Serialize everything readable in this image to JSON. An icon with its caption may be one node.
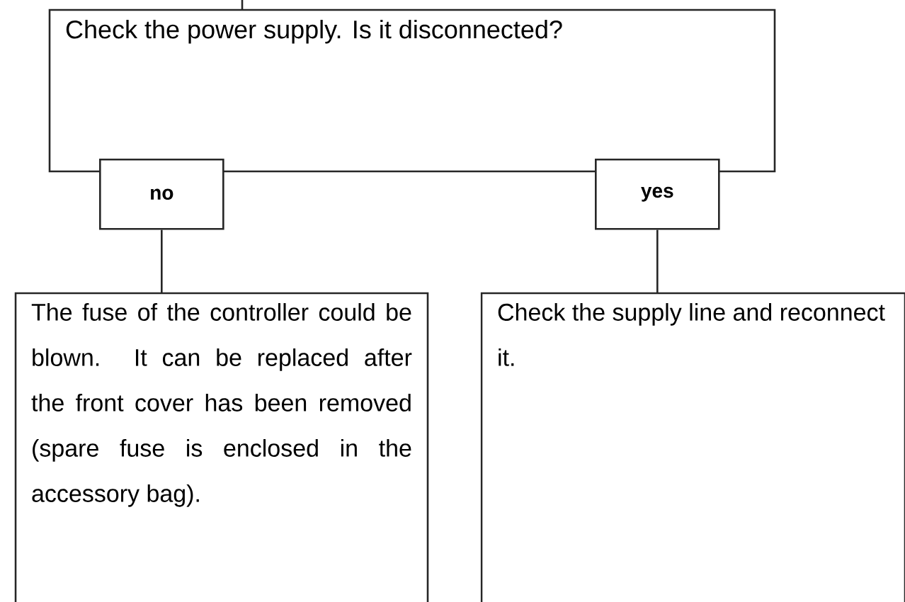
{
  "diagram": {
    "nodes": [
      {
        "text": [
          "Check the power supply. Is it disconnected?"
        ]
      },
      {
        "text": [
          "no"
        ]
      },
      {
        "text": [
          "yes"
        ]
      },
      {
        "text": [
          "The fuse of the controller could be blown. It can be replaced after the front cover has been removed (spare fuse is enclosed in the accessory bag)."
        ]
      },
      {
        "text": [
          "Check the supply line and reconnect it."
        ]
      }
    ],
    "edges": [
      {
        "from": null,
        "to": 0,
        "arrow": "none"
      },
      {
        "from": 1,
        "to": 3,
        "arrow": "none"
      },
      {
        "from": 2,
        "to": 4,
        "arrow": "none"
      }
    ]
  }
}
